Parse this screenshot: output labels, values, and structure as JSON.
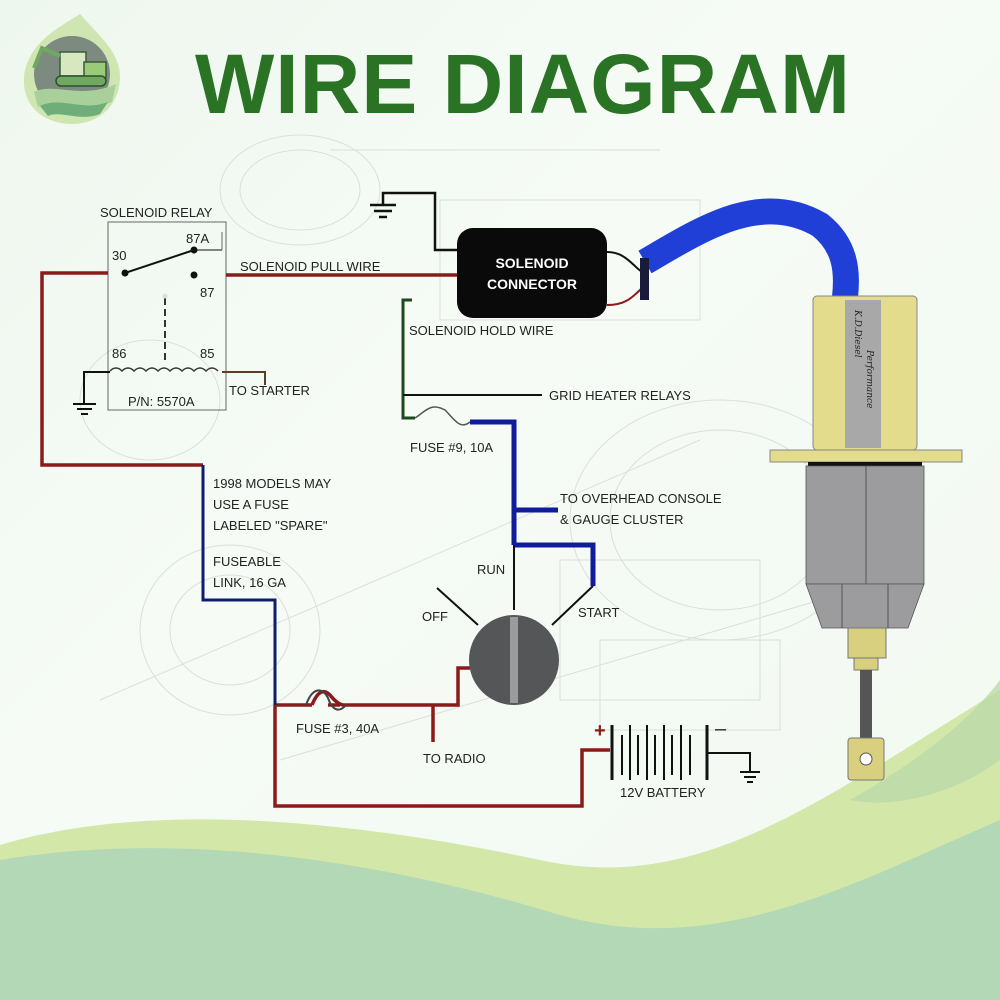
{
  "header": {
    "title": "WIRE DIAGRAM",
    "logo": "excavator-tractor-logo-icon"
  },
  "colors": {
    "title_green": "#2a7325",
    "wire_red": "#8b1a1a",
    "wire_blue": "#101c9c",
    "wire_green": "#1c4a1e",
    "cable_blue": "#1f3fd6",
    "solenoid_yellow": "#e2dc8c",
    "solenoid_gray": "#9a9a9a",
    "wave_light": "#d4e7a8",
    "wave_green": "#b2d9b4"
  },
  "relay": {
    "title": "SOLENOID RELAY",
    "pin_30": "30",
    "pin_87a": "87A",
    "pin_87": "87",
    "pin_86": "86",
    "pin_85": "85",
    "part_number": "P/N: 5570A",
    "to_starter": "TO STARTER"
  },
  "labels": {
    "pull_wire": "SOLENOID PULL WIRE",
    "connector_line1": "SOLENOID",
    "connector_line2": "CONNECTOR",
    "hold_wire": "SOLENOID HOLD WIRE",
    "grid_heater": "GRID HEATER RELAYS",
    "fuse9": "FUSE #9, 10A",
    "overhead_line1": "TO OVERHEAD CONSOLE",
    "overhead_line2": "& GAUGE CLUSTER",
    "note_line1": "1998 MODELS MAY",
    "note_line2": "USE A FUSE",
    "note_line3": "LABELED \"SPARE\"",
    "fusible_line1": "FUSEABLE",
    "fusible_line2": "LINK, 16 GA",
    "run": "RUN",
    "off": "OFF",
    "start": "START",
    "fuse3": "FUSE #3, 40A",
    "to_radio": "TO RADIO",
    "battery": "12V BATTERY",
    "battery_plus": "+",
    "battery_minus": "–"
  },
  "solenoid": {
    "label_line1": "K.D.Diesel",
    "label_line2": "Performance"
  }
}
